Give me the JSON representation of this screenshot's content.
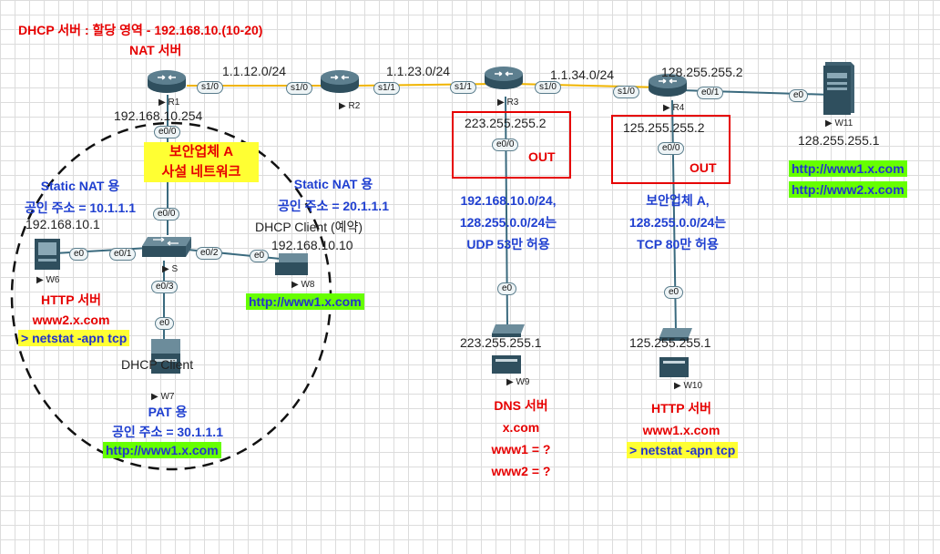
{
  "texts": {
    "dhcp_server": "DHCP 서버 : 할당 영역 - 192.168.10.(10-20)",
    "nat_server": "NAT 서버",
    "r1_ip": "192.168.10.254",
    "security_a_1": "보안업체 A",
    "security_a_2": "사설 네트워크",
    "static_nat_w6_1": "Static NAT 용",
    "static_nat_w6_2": "공인 주소 = 10.1.1.1",
    "static_nat_w8_1": "Static NAT 용",
    "static_nat_w8_2": "공인 주소 = 20.1.1.1",
    "dhcp_client_reserve": "DHCP Client (예약)",
    "w6_ip": "192.168.10.1",
    "w8_ip": "192.168.10.10",
    "w6_role": "HTTP 서버",
    "w6_site": "www2.x.com",
    "w6_cmd": "> netstat -apn tcp",
    "w8_url": "http://www1.x.com",
    "w7_dhcp": "DHCP Client",
    "pat_1": "PAT 용",
    "pat_2": "공인 주소 = 30.1.1.1",
    "w7_url": "http://www1.x.com",
    "net_r1_r2": "1.1.12.0/24",
    "net_r2_r3": "1.1.23.0/24",
    "net_r3_r4": "1.1.34.0/24",
    "r4_ip": "128.255.255.2",
    "r3_box_ip": "223.255.255.2",
    "r3_box_out": "OUT",
    "r4_box_ip": "125.255.255.2",
    "r4_box_out": "OUT",
    "w11_ip": "128.255.255.1",
    "w11_url1": "http://www1.x.com",
    "w11_url2": "http://www2.x.com",
    "acl_w9_1": "192.168.10.0/24,",
    "acl_w9_2": "128.255.0.0/24는",
    "acl_w9_3": "UDP 53만 허용",
    "acl_w10_1": "보안업체 A,",
    "acl_w10_2": "128.255.0.0/24는",
    "acl_w10_3": "TCP 80만 허용",
    "w9_ip": "223.255.255.1",
    "w10_ip": "125.255.255.1",
    "w9_role": "DNS 서버",
    "w9_domain": "x.com",
    "w9_q1": "www1 = ?",
    "w9_q2": "www2 = ?",
    "w10_role": "HTTP 서버",
    "w10_site": "www1.x.com",
    "w10_cmd": "> netstat -apn tcp"
  },
  "devices": {
    "r1": "R1",
    "r2": "R2",
    "r3": "R3",
    "r4": "R4",
    "s": "S",
    "w6": "W6",
    "w7": "W7",
    "w8": "W8",
    "w9": "W9",
    "w10": "W10",
    "w11": "W11"
  },
  "ifaces": {
    "r1_s10": "s1/0",
    "r1_e00": "e0/0",
    "r2_s10": "s1/0",
    "r2_s11": "s1/1",
    "r3_s11": "s1/1",
    "r3_s10": "s1/0",
    "r3_e00": "e0/0",
    "r4_s10": "s1/0",
    "r4_e01": "e0/1",
    "r4_e00": "e0/0",
    "s_e00": "e0/0",
    "s_e01": "e0/1",
    "s_e02": "e0/2",
    "s_e03": "e0/3",
    "w6_e0": "e0",
    "w7_e0": "e0",
    "w8_e0": "e0",
    "w9_e0": "e0",
    "w10_e0": "e0",
    "w11_e0": "e0"
  },
  "colors": {
    "serial_link": "#f0b400",
    "eth_link": "#3a6a7e",
    "label_red": "#e60000",
    "label_blue": "#1f3fd0",
    "url_bg": "#66ff00",
    "cmd_bg": "#ffff33"
  },
  "icons": {
    "router": "router-icon",
    "switch": "switch-icon",
    "pc": "pc-icon",
    "server": "server-icon"
  }
}
